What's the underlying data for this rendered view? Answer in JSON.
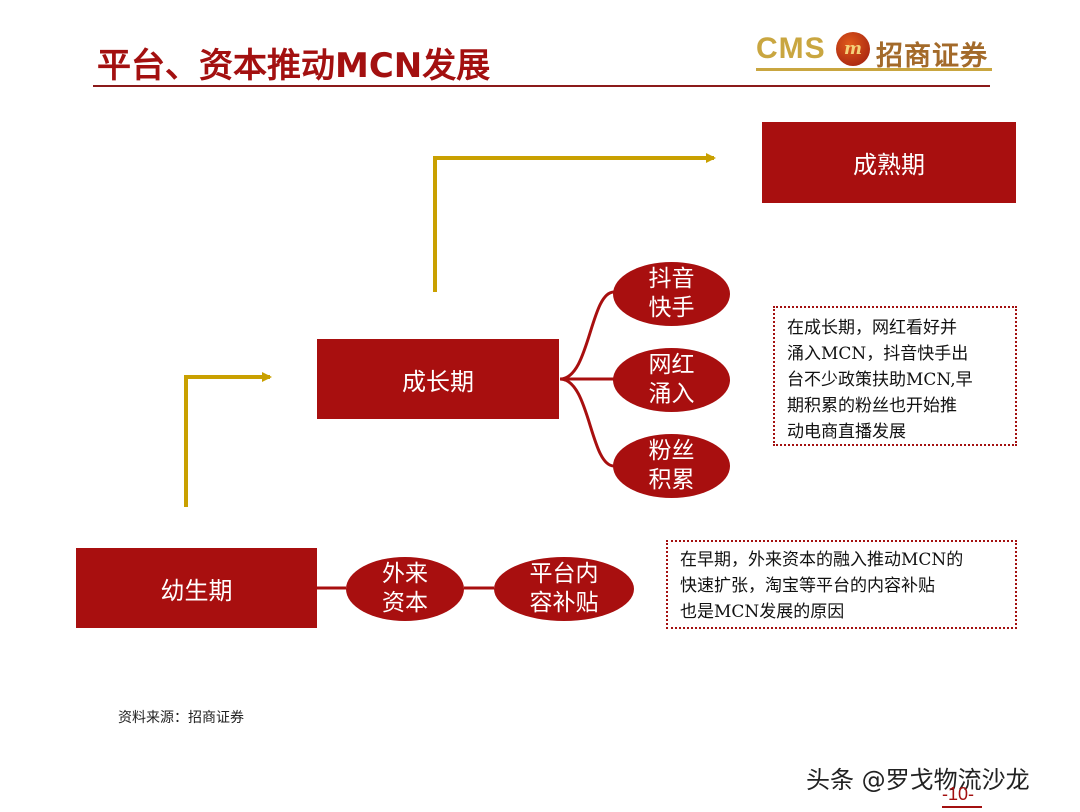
{
  "header": {
    "title": "平台、资本推动MCN发展",
    "logo_latin": "CMS",
    "logo_mark": "m",
    "logo_cn": "招商证券"
  },
  "stages": {
    "mature": "成熟期",
    "growth": "成长期",
    "infant": "幼生期"
  },
  "growth_factors": [
    [
      "抖音",
      "快手"
    ],
    [
      "网红",
      "涌入"
    ],
    [
      "粉丝",
      "积累"
    ]
  ],
  "infant_factors": [
    [
      "外来",
      "资本"
    ],
    [
      "平台内",
      "容补贴"
    ]
  ],
  "notes": {
    "growth": [
      "在成长期，网红看好并",
      "涌入MCN，抖音快手出",
      "台不少政策扶助MCN,早",
      "期积累的粉丝也开始推",
      "动电商直播发展"
    ],
    "infant": [
      "在早期，外来资本的融入推动MCN的",
      "快速扩张，淘宝等平台的内容补贴",
      "也是MCN发展的原因"
    ]
  },
  "footer": {
    "source": "资料来源：招商证券",
    "watermark": "头条 @罗戈物流沙龙",
    "page": "-10-"
  },
  "colors": {
    "brand_red": "#a80f0f",
    "arrow_gold": "#c9a000",
    "logo_gold": "#c9a640"
  }
}
